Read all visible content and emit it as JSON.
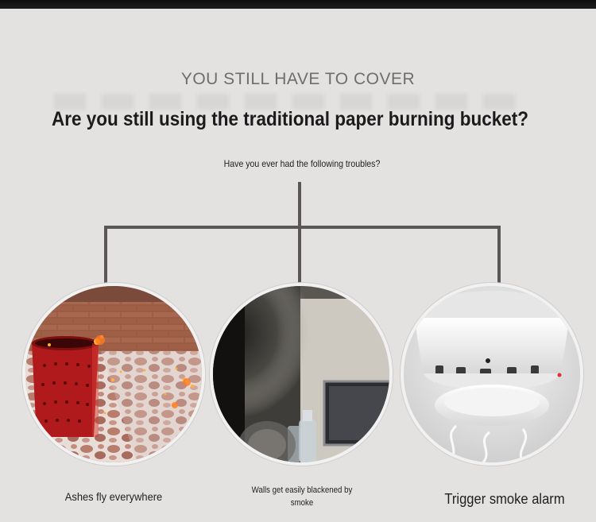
{
  "page": {
    "eyebrow": "YOU STILL HAVE TO COVER",
    "headline": "Are you still using the traditional paper burning bucket?",
    "subhead": "Have you ever had the following troubles?"
  },
  "troubles": [
    {
      "caption": "Ashes fly everywhere",
      "image": "red-burning-bucket-photo"
    },
    {
      "caption": "Walls get easily blackened by smoke",
      "image": "blackened-wall-photo"
    },
    {
      "caption": "Trigger smoke alarm",
      "image": "smoke-detector-photo"
    }
  ],
  "colors": {
    "background": "#e4e1e1",
    "connector": "#5a5656",
    "bucket_red": "#b11a1c"
  }
}
